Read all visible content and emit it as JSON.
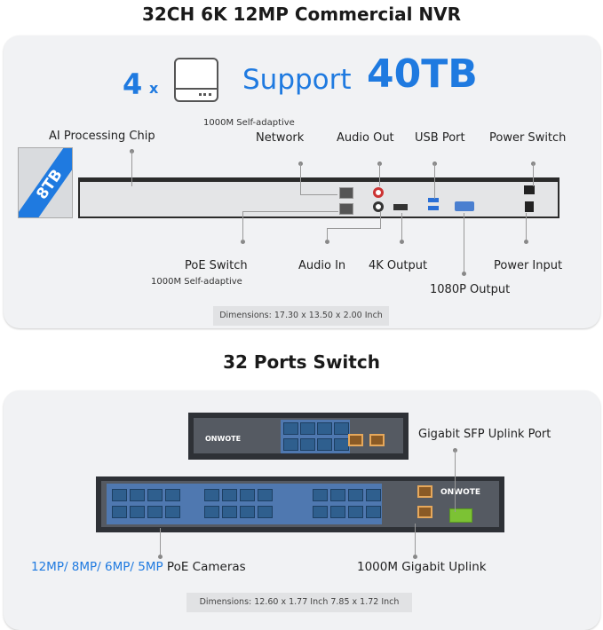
{
  "nvr_section": {
    "title": "32CH 6K 12MP Commercial NVR",
    "drive_count": "4",
    "drive_multiplier": "x",
    "support_label": "Support",
    "capacity": "40TB",
    "hdd_label": "8TB",
    "labels": {
      "ai_chip": "AI Processing Chip",
      "network_sub": "1000M Self-adaptive",
      "network": "Network",
      "audio_out": "Audio Out",
      "usb_port": "USB Port",
      "power_switch": "Power Switch",
      "poe_switch": "PoE Switch",
      "poe_switch_sub": "1000M Self-adaptive",
      "audio_in": "Audio In",
      "output_4k": "4K Output",
      "power_input": "Power Input",
      "output_1080p": "1080P Output"
    },
    "dimensions": "Dimensions: 17.30 x 13.50 x 2.00 Inch"
  },
  "switch_section": {
    "title": "32 Ports Switch",
    "brand": "ONWOTE",
    "sfp_label": "Gigabit SFP Uplink Port",
    "cameras_blue": "12MP/ 8MP/ 6MP/ 5MP",
    "cameras_rest": "PoE Cameras",
    "uplink_label": "1000M Gigabit Uplink",
    "dimensions": "Dimensions: 12.60 x 1.77 Inch   7.85 x 1.72 Inch"
  },
  "colors": {
    "accent": "#1f7ae0",
    "card": "#f1f2f4",
    "port": "#2f5f8e",
    "uplink": "#e6a85b",
    "sfp": "#7cc234"
  }
}
